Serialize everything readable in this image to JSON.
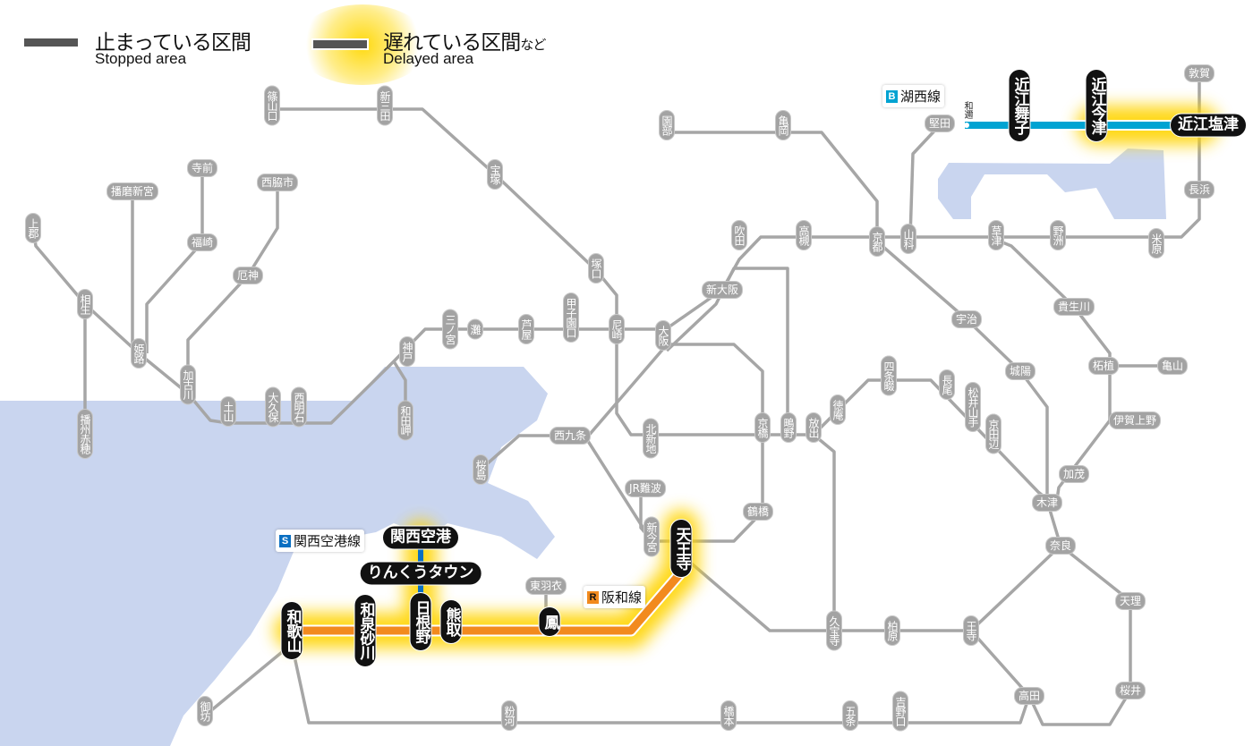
{
  "legend": {
    "stopped": {
      "jp": "止まっている区間",
      "en": "Stopped area"
    },
    "delayed": {
      "jp": "遅れている区間",
      "jp_suffix": "など",
      "en": "Delayed area"
    }
  },
  "colors": {
    "water": "#c9d5ef",
    "line": "#a6a6a6",
    "kosei": "#00a3d2",
    "kansai_airport": "#0a6fc2",
    "hanwa": "#f28a1e",
    "glow": "#ffd400"
  },
  "lines": [
    {
      "badge": "B",
      "name": "湖西線",
      "color": "#00a3d2"
    },
    {
      "badge": "S",
      "name": "関西空港線",
      "color": "#0a6fc2"
    },
    {
      "badge": "R",
      "name": "阪和線",
      "color": "#f28a1e"
    }
  ],
  "stations": [
    {
      "name": "篠山口",
      "type": "gray"
    },
    {
      "name": "新三田",
      "type": "gray"
    },
    {
      "name": "宝塚",
      "type": "gray"
    },
    {
      "name": "塚口",
      "type": "gray"
    },
    {
      "name": "尼崎",
      "type": "gray"
    },
    {
      "name": "甲子園口",
      "type": "gray"
    },
    {
      "name": "芦屋",
      "type": "gray"
    },
    {
      "name": "灘",
      "type": "gray"
    },
    {
      "name": "三ノ宮",
      "type": "gray"
    },
    {
      "name": "神戸",
      "type": "gray"
    },
    {
      "name": "和田岬",
      "type": "gray"
    },
    {
      "name": "西明石",
      "type": "gray"
    },
    {
      "name": "大久保",
      "type": "gray"
    },
    {
      "name": "土山",
      "type": "gray"
    },
    {
      "name": "加古川",
      "type": "gray"
    },
    {
      "name": "姫路",
      "type": "gray"
    },
    {
      "name": "相生",
      "type": "gray"
    },
    {
      "name": "上郡",
      "type": "gray"
    },
    {
      "name": "播州赤穂",
      "type": "gray"
    },
    {
      "name": "播磨新宮",
      "type": "gray"
    },
    {
      "name": "寺前",
      "type": "gray"
    },
    {
      "name": "福崎",
      "type": "gray"
    },
    {
      "name": "西脇市",
      "type": "gray"
    },
    {
      "name": "厄神",
      "type": "gray"
    },
    {
      "name": "園部",
      "type": "gray"
    },
    {
      "name": "亀岡",
      "type": "gray"
    },
    {
      "name": "堅田",
      "type": "gray"
    },
    {
      "name": "和邇",
      "type": "tiny"
    },
    {
      "name": "京都",
      "type": "gray"
    },
    {
      "name": "山科",
      "type": "gray"
    },
    {
      "name": "草津",
      "type": "gray"
    },
    {
      "name": "野洲",
      "type": "gray"
    },
    {
      "name": "米原",
      "type": "gray"
    },
    {
      "name": "長浜",
      "type": "gray"
    },
    {
      "name": "敦賀",
      "type": "gray"
    },
    {
      "name": "高槻",
      "type": "gray"
    },
    {
      "name": "吹田",
      "type": "gray"
    },
    {
      "name": "新大阪",
      "type": "gray"
    },
    {
      "name": "大阪",
      "type": "gray"
    },
    {
      "name": "宇治",
      "type": "gray"
    },
    {
      "name": "貴生川",
      "type": "gray"
    },
    {
      "name": "城陽",
      "type": "gray"
    },
    {
      "name": "柘植",
      "type": "gray"
    },
    {
      "name": "亀山",
      "type": "gray"
    },
    {
      "name": "伊賀上野",
      "type": "gray"
    },
    {
      "name": "加茂",
      "type": "gray"
    },
    {
      "name": "木津",
      "type": "gray"
    },
    {
      "name": "奈良",
      "type": "gray"
    },
    {
      "name": "天理",
      "type": "gray"
    },
    {
      "name": "桜井",
      "type": "gray"
    },
    {
      "name": "高田",
      "type": "gray"
    },
    {
      "name": "王寺",
      "type": "gray"
    },
    {
      "name": "柏原",
      "type": "gray"
    },
    {
      "name": "久宝寺",
      "type": "gray"
    },
    {
      "name": "四条畷",
      "type": "gray"
    },
    {
      "name": "長尾",
      "type": "gray"
    },
    {
      "name": "松井山手",
      "type": "gray"
    },
    {
      "name": "京田辺",
      "type": "gray"
    },
    {
      "name": "徳庵",
      "type": "gray"
    },
    {
      "name": "放出",
      "type": "gray"
    },
    {
      "name": "鴫野",
      "type": "gray"
    },
    {
      "name": "京橋",
      "type": "gray"
    },
    {
      "name": "北新地",
      "type": "gray"
    },
    {
      "name": "西九条",
      "type": "gray"
    },
    {
      "name": "桜島",
      "type": "gray"
    },
    {
      "name": "JR難波",
      "type": "gray"
    },
    {
      "name": "新今宮",
      "type": "gray"
    },
    {
      "name": "鶴橋",
      "type": "gray"
    },
    {
      "name": "東羽衣",
      "type": "gray"
    },
    {
      "name": "御坊",
      "type": "gray"
    },
    {
      "name": "粉河",
      "type": "gray"
    },
    {
      "name": "橋本",
      "type": "gray"
    },
    {
      "name": "五条",
      "type": "gray"
    },
    {
      "name": "吉野口",
      "type": "gray"
    },
    {
      "name": "近江舞子",
      "type": "black"
    },
    {
      "name": "近江今津",
      "type": "black"
    },
    {
      "name": "近江塩津",
      "type": "black"
    },
    {
      "name": "関西空港",
      "type": "black"
    },
    {
      "name": "りんくうタウン",
      "type": "black"
    },
    {
      "name": "天王寺",
      "type": "black"
    },
    {
      "name": "日根野",
      "type": "black"
    },
    {
      "name": "熊取",
      "type": "black"
    },
    {
      "name": "鳳",
      "type": "black"
    },
    {
      "name": "和泉砂川",
      "type": "black"
    },
    {
      "name": "和歌山",
      "type": "black"
    }
  ]
}
